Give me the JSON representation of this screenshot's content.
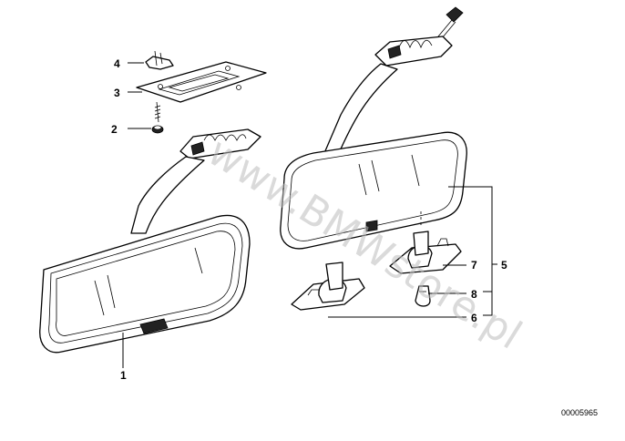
{
  "callouts": {
    "c1": "1",
    "c2": "2",
    "c3": "3",
    "c4": "4",
    "c5": "5",
    "c6": "6",
    "c7": "7",
    "c8": "8"
  },
  "watermark": "www.BMWstore.pl",
  "doc_id": "00005965"
}
